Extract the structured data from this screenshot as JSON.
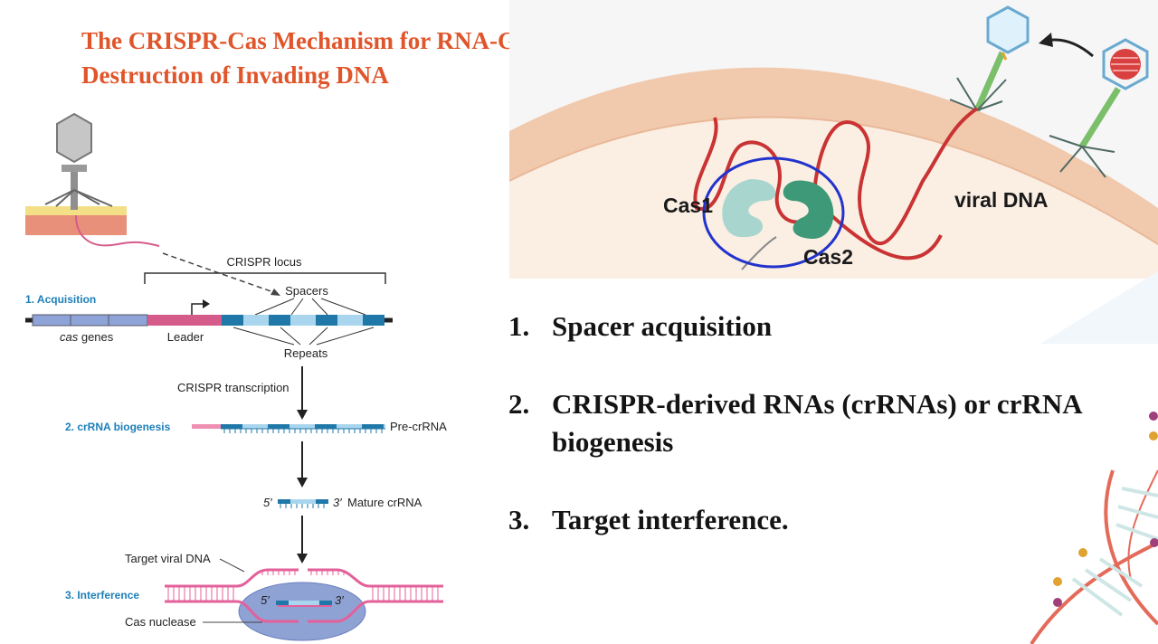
{
  "slide": {
    "title_line1": "The CRISPR-Cas Mechanism for RNA-Guided",
    "title_line2": "Destruction of Invading DNA"
  },
  "diagram": {
    "crispr_locus": "CRISPR locus",
    "spacers": "Spacers",
    "repeats": "Repeats",
    "cas_genes_italic": "cas",
    "cas_genes_rest": " genes",
    "leader": "Leader",
    "step1": "1. Acquisition",
    "transcription": "CRISPR transcription",
    "step2": "2. crRNA biogenesis",
    "pre_crrna": "Pre-crRNA",
    "five_prime": "5′",
    "three_prime": "3′",
    "mature_crrna": "Mature crRNA",
    "target_dna": "Target viral DNA",
    "step3": "3. Interference",
    "cas_nuclease": "Cas nuclease"
  },
  "cell": {
    "cas1": "Cas1",
    "cas2": "Cas2",
    "viral_dna": "viral DNA"
  },
  "steps": [
    {
      "num": "1.",
      "text": "Spacer acquisition"
    },
    {
      "num": "2.",
      "text": "CRISPR-derived RNAs (crRNAs) or crRNA biogenesis"
    },
    {
      "num": "3.",
      "text": "Target interference."
    }
  ],
  "colors": {
    "title": "#e0552a",
    "step_heading": "#1c7fb8",
    "leader": "#d45b8a",
    "repeat": "#1f78a8",
    "cas_gene": "#8ea4d8",
    "membrane": "#f1c5a9",
    "viral_dna": "#c93333"
  }
}
